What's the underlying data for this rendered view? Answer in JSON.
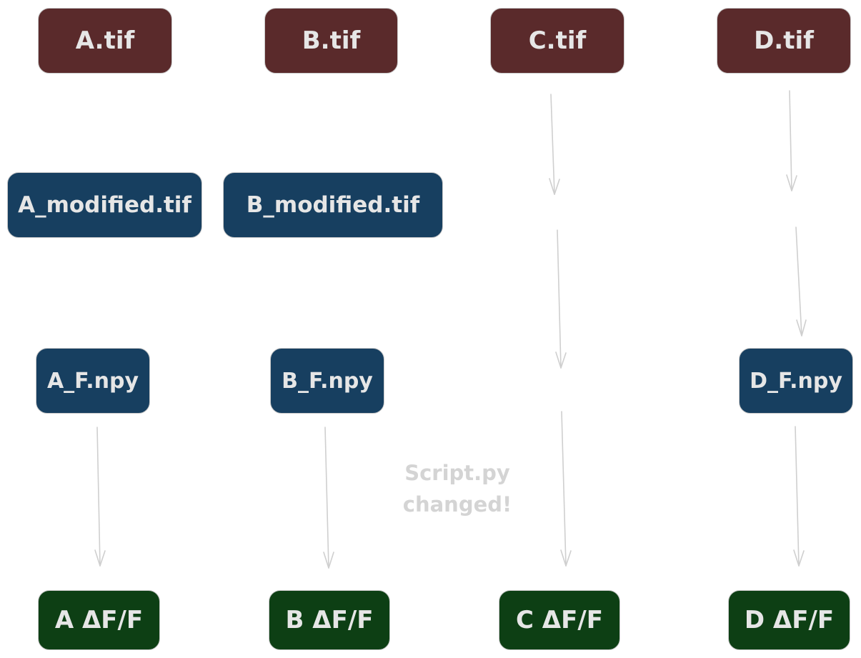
{
  "nodes": {
    "a_tif": "A.tif",
    "b_tif": "B.tif",
    "c_tif": "C.tif",
    "d_tif": "D.tif",
    "a_modified": "A_modified.tif",
    "b_modified": "B_modified.tif",
    "a_f_npy": "A_F.npy",
    "b_f_npy": "B_F.npy",
    "d_f_npy": "D_F.npy",
    "a_dff": "A ΔF/F",
    "b_dff": "B ΔF/F",
    "c_dff": "C ΔF/F",
    "d_dff": "D ΔF/F"
  },
  "note": {
    "line1": "Script.py",
    "line2": "changed!"
  },
  "colors": {
    "raw_file": "#5a2a2b",
    "intermediate_file": "#173f60",
    "output_file": "#0d3f14",
    "text": "#e6e6e6",
    "arrow": "#cfcfcf"
  }
}
